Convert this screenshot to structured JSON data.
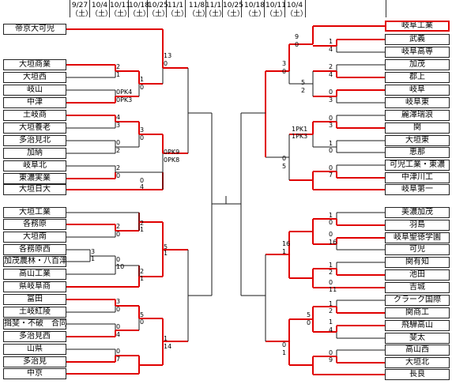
{
  "dates": [
    {
      "date": "9/27",
      "day": "（土）"
    },
    {
      "date": "10/4",
      "day": "（土）"
    },
    {
      "date": "10/11",
      "day": "（土）"
    },
    {
      "date": "10/18",
      "day": "（土）"
    },
    {
      "date": "10/25",
      "day": "（土）"
    },
    {
      "date": "11/1",
      "day": "（土）"
    },
    {
      "date": "11/8",
      "day": "（土）"
    },
    {
      "date": "11/1",
      "day": "（土）"
    },
    {
      "date": "10/25",
      "day": "（土）"
    },
    {
      "date": "10/18",
      "day": "（土）"
    },
    {
      "date": "10/11",
      "day": "（土）"
    },
    {
      "date": "10/4",
      "day": "（土）"
    }
  ],
  "left_teams": [
    "帝京大可児",
    "大垣商業",
    "大垣西",
    "岐山",
    "中津",
    "土岐商",
    "大垣養老",
    "多治見北",
    "加納",
    "岐阜北",
    "東濃実業",
    "大垣日大",
    "大垣工業",
    "各務原",
    "大垣南",
    "各務原西",
    "加茂農林・八百津",
    "高山工業",
    "県岐阜商",
    "富田",
    "土岐紅陵",
    "揖斐・不破　合同",
    "多治見西",
    "山県",
    "多治見",
    "中京"
  ],
  "right_teams": [
    "岐阜工業",
    "武義",
    "岐阜高専",
    "加茂",
    "郡上",
    "岐阜",
    "岐阜東",
    "麗澤瑞浪",
    "関",
    "大垣東",
    "恵那",
    "可児工業・東濃",
    "中津川工",
    "岐阜第一",
    "美濃加茂",
    "羽島",
    "岐阜聖徳学園",
    "可児",
    "関有知",
    "池田",
    "吉城",
    "クラーク国際",
    "関商工",
    "飛騨高山",
    "斐太",
    "高山西",
    "大垣北",
    "長良"
  ],
  "champion": "岐阜工業",
  "scores": [
    "2",
    "1",
    "1",
    "0",
    "0PK4",
    "0PK3",
    "13",
    "0",
    "4",
    "3",
    "3",
    "0",
    "0",
    "2",
    "0PK9",
    "0PK8",
    "2",
    "0",
    "0",
    "4",
    "2",
    "1",
    "2",
    "0",
    "5",
    "1",
    "3",
    "1",
    "0",
    "10",
    "2",
    "1",
    "3",
    "0",
    "5",
    "0",
    "0",
    "4",
    "1",
    "14",
    "0",
    "7",
    "9",
    "0",
    "1",
    "4",
    "3",
    "0",
    "2",
    "4",
    "0",
    "3",
    "5",
    "2",
    "1PK1",
    "1PK3",
    "0",
    "3",
    "1",
    "0",
    "0",
    "5",
    "0",
    "7",
    "1",
    "0",
    "0",
    "16",
    "16",
    "1",
    "1",
    "2",
    "0",
    "11",
    "5",
    "0",
    "1",
    "2",
    "1",
    "4",
    "0",
    "1",
    "0",
    "9"
  ]
}
